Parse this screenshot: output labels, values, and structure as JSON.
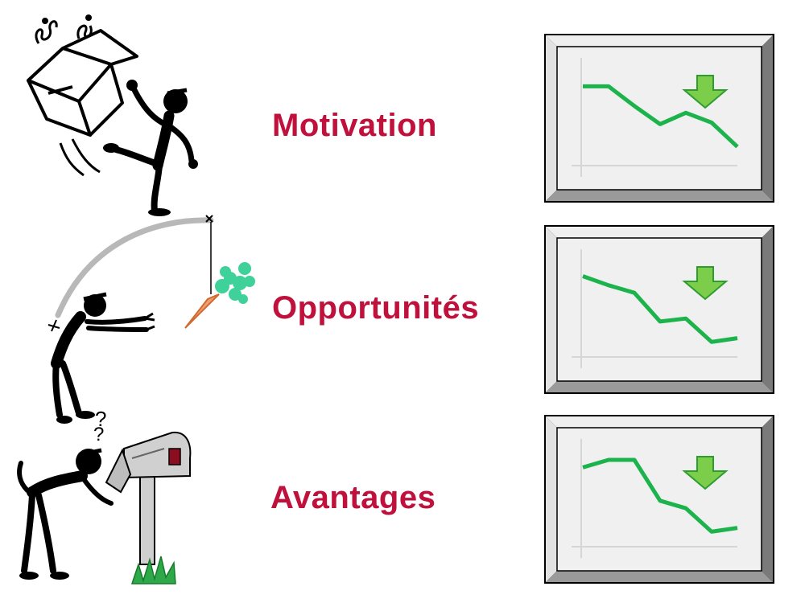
{
  "labels": [
    {
      "text": "Motivation"
    },
    {
      "text": "Opportunités"
    },
    {
      "text": "Avantages"
    }
  ],
  "colors": {
    "label": "#c0103c",
    "trend_line": "#1cb34c",
    "arrow_fill": "#7ccd4a",
    "arrow_stroke": "#2f9c2f",
    "frame_light": "#efefef",
    "frame_dark": "#7a7a7a",
    "panel_bg": "#f0f0f0"
  },
  "icons": [
    "kicking-box-figure-icon",
    "carrot-on-stick-figure-icon",
    "mailbox-figure-icon",
    "down-arrow-icon"
  ],
  "chart_data": [
    {
      "type": "line",
      "x": [
        0,
        1,
        2,
        3,
        4,
        5,
        6
      ],
      "values": [
        9.0,
        9.0,
        6.4,
        4.0,
        5.5,
        4.2,
        1.0
      ],
      "trend": "down"
    },
    {
      "type": "line",
      "x": [
        0,
        1,
        2,
        3,
        4,
        5,
        6
      ],
      "values": [
        9.2,
        8.0,
        7.0,
        3.2,
        3.6,
        0.5,
        1.0
      ],
      "trend": "down"
    },
    {
      "type": "line",
      "x": [
        0,
        1,
        2,
        3,
        4,
        5,
        6
      ],
      "values": [
        9.0,
        10.0,
        10.0,
        4.6,
        3.6,
        0.5,
        1.0
      ],
      "trend": "down"
    }
  ]
}
